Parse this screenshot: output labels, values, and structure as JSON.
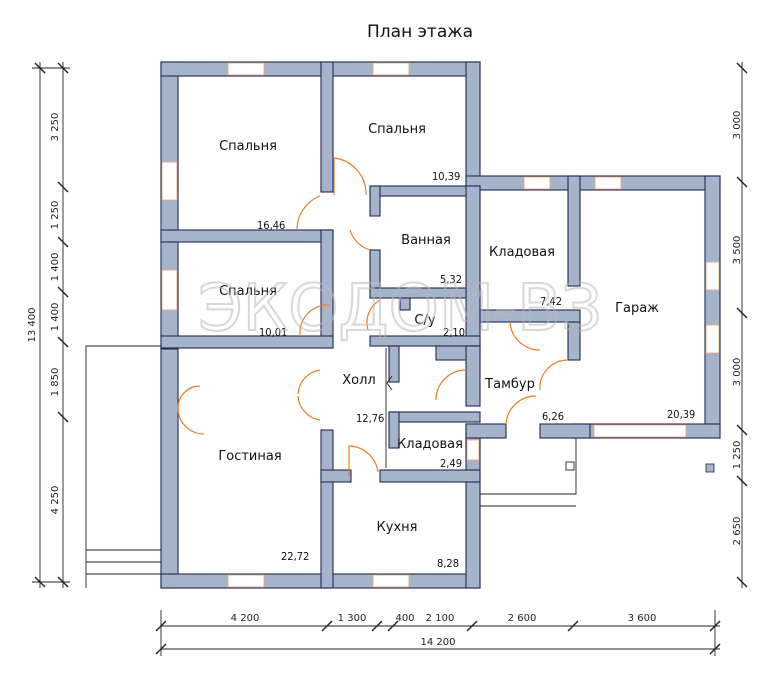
{
  "title": "План  этажа",
  "watermark": "ЭКОДОМ-ВЗ",
  "rooms": [
    {
      "name": "Спальня",
      "area": "16,46"
    },
    {
      "name": "Спальня",
      "area": "10,39"
    },
    {
      "name": "Спальня",
      "area": "10,01"
    },
    {
      "name": "Ванная",
      "area": "5,32"
    },
    {
      "name": "Кладовая",
      "area": "7,42"
    },
    {
      "name": "С/у",
      "area": "2,10"
    },
    {
      "name": "Гараж",
      "area": "20,39"
    },
    {
      "name": "Холл",
      "area": "12,76"
    },
    {
      "name": "Тамбур",
      "area": "6,26"
    },
    {
      "name": "Кладовая",
      "area": "2,49"
    },
    {
      "name": "Гостиная",
      "area": "22,72"
    },
    {
      "name": "Кухня",
      "area": "8,28"
    }
  ],
  "dimensions": {
    "left_total": "13 400",
    "left": [
      "3 250",
      "1 250",
      "1 400",
      "1 400",
      "1 850",
      "4 250"
    ],
    "right": [
      "3 000",
      "3 500",
      "3 000",
      "1 250",
      "2 650"
    ],
    "bottom": [
      "4 200",
      "1 300",
      "400",
      "2 100",
      "2 600",
      "3 600"
    ],
    "bottom_total": "14 200"
  },
  "colors": {
    "wall_fill": "#a6b4cb",
    "wall_stroke": "#1e2a55",
    "door_window": "#f07a22"
  }
}
